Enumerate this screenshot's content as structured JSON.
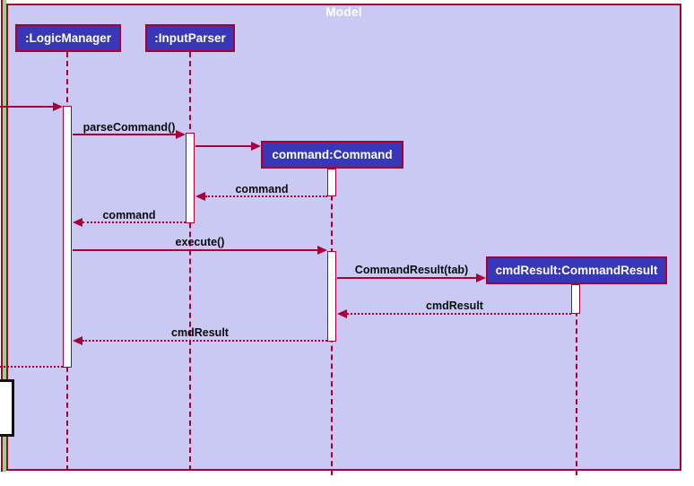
{
  "diagram": {
    "type": "uml-sequence-diagram",
    "frame_title": "Model"
  },
  "participants": [
    {
      "label": ":LogicManager"
    },
    {
      "label": ":InputParser"
    },
    {
      "label": "command:Command"
    },
    {
      "label": "cmdResult:CommandResult"
    }
  ],
  "messages": [
    {
      "kind": "call-from-outside-frame",
      "from": "external",
      "to": ":LogicManager",
      "label": ""
    },
    {
      "kind": "call",
      "from": ":LogicManager",
      "to": ":InputParser",
      "label": "parseCommand()"
    },
    {
      "kind": "create",
      "from": ":InputParser",
      "to": "command:Command",
      "label": ""
    },
    {
      "kind": "return",
      "from": "command:Command",
      "to": ":InputParser",
      "label": "command"
    },
    {
      "kind": "return",
      "from": ":InputParser",
      "to": ":LogicManager",
      "label": "command"
    },
    {
      "kind": "call",
      "from": ":LogicManager",
      "to": "command:Command",
      "label": "execute()"
    },
    {
      "kind": "create",
      "from": "command:Command",
      "to": "cmdResult:CommandResult",
      "label": "CommandResult(tab)"
    },
    {
      "kind": "return",
      "from": "cmdResult:CommandResult",
      "to": "command:Command",
      "label": "cmdResult"
    },
    {
      "kind": "return",
      "from": "command:Command",
      "to": ":LogicManager",
      "label": "cmdResult"
    },
    {
      "kind": "return-to-outside-frame",
      "from": ":LogicManager",
      "to": "external",
      "label": ""
    }
  ],
  "colors": {
    "frame_background": "#c9c9f4",
    "frame_border": "#a80036",
    "participant_fill": "#3737b8",
    "participant_text": "#ffffff",
    "message_line": "#a80036",
    "message_text": "#0a0a0a",
    "outer_strip_green": "#87dc87",
    "activation_fill": "#ffffff"
  }
}
